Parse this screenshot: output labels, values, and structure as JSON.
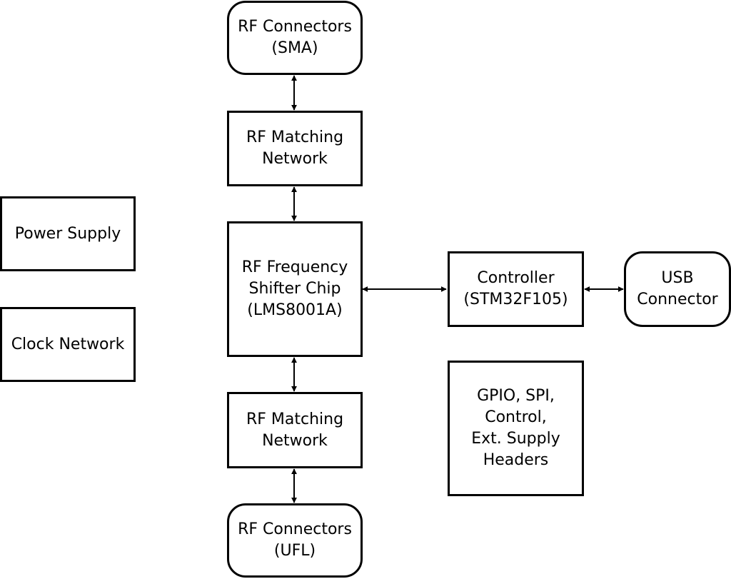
{
  "blocks": {
    "rf_connectors_sma": [
      "RF Connectors",
      "(SMA)"
    ],
    "rf_matching_top": [
      "RF Matching",
      "Network"
    ],
    "rf_shifter": [
      "RF Frequency",
      "Shifter Chip",
      "(LMS8001A)"
    ],
    "rf_matching_bottom": [
      "RF Matching",
      "Network"
    ],
    "rf_connectors_ufl": [
      "RF Connectors",
      "(UFL)"
    ],
    "power_supply": [
      "Power Supply"
    ],
    "clock_network": [
      "Clock Network"
    ],
    "controller": [
      "Controller",
      "(STM32F105)"
    ],
    "usb_connector": [
      "USB",
      "Connector"
    ],
    "headers": [
      "GPIO, SPI,",
      "Control,",
      "Ext. Supply",
      "Headers"
    ]
  },
  "connections": [
    {
      "from": "rf_connectors_sma",
      "to": "rf_matching_top",
      "bidirectional": true
    },
    {
      "from": "rf_matching_top",
      "to": "rf_shifter",
      "bidirectional": true
    },
    {
      "from": "rf_shifter",
      "to": "rf_matching_bottom",
      "bidirectional": true
    },
    {
      "from": "rf_matching_bottom",
      "to": "rf_connectors_ufl",
      "bidirectional": true
    },
    {
      "from": "rf_shifter",
      "to": "controller",
      "bidirectional": true
    },
    {
      "from": "controller",
      "to": "usb_connector",
      "bidirectional": true
    }
  ],
  "colors": {
    "stroke": "#000000",
    "background": "#ffffff"
  }
}
